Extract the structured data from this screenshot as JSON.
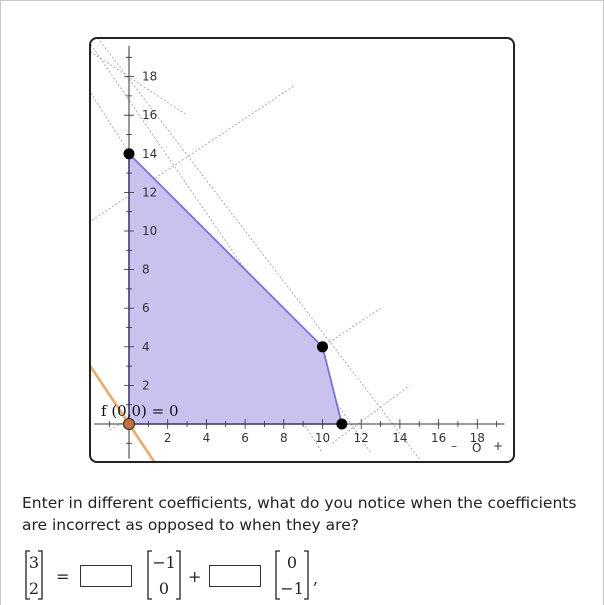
{
  "graph": {
    "x_ticks": [
      "2",
      "4",
      "6",
      "8",
      "10",
      "12",
      "14",
      "16",
      "18"
    ],
    "y_ticks": [
      "2",
      "4",
      "6",
      "8",
      "10",
      "12",
      "14",
      "16",
      "18"
    ],
    "x_range": [
      -2,
      19.5
    ],
    "y_range": [
      -2,
      20
    ],
    "feasible_region": [
      [
        0,
        0
      ],
      [
        0,
        14
      ],
      [
        10,
        4
      ],
      [
        11,
        0
      ]
    ],
    "vertices": [
      [
        0,
        14
      ],
      [
        10,
        4
      ],
      [
        11,
        0
      ]
    ],
    "objective_point": [
      0,
      0
    ],
    "objective_label": "f (0,0) = 0",
    "zoom_minus": "–",
    "zoom_reset": "O",
    "zoom_plus": "+",
    "colors": {
      "region_fill": "#c9c2ef",
      "region_stroke": "#7c6fe0",
      "objective_line": "#f0a868",
      "objective_point": "#c8703a",
      "vertex": "#000000"
    }
  },
  "question": {
    "text": "Enter in different coefficients, what do you notice when the coefficients are incorrect as opposed to when they are?"
  },
  "equation": {
    "lhs_top": "3",
    "lhs_bottom": "2",
    "equals": "=",
    "vec1_top": "−1",
    "vec1_bottom": "0",
    "plus": "+",
    "vec2_top": "0",
    "vec2_bottom": "−1",
    "trailing": ",",
    "coefficient1_value": "",
    "coefficient2_value": ""
  }
}
